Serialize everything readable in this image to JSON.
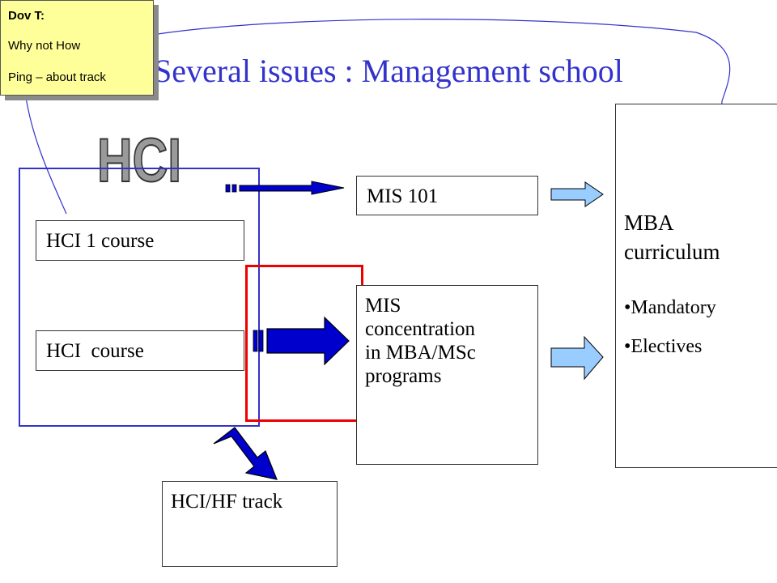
{
  "slide": {
    "title": "Several issues : Management school"
  },
  "note": {
    "author": "Dov T:",
    "line1": "Why not How",
    "line2": "Ping – about track"
  },
  "logo": {
    "text": "HCI"
  },
  "hci_group": {
    "course1_label": "HCI 1 course",
    "course2_label": "HCI  course"
  },
  "mis101": {
    "label": "MIS 101"
  },
  "mis_concentration": {
    "lines": [
      "MIS",
      "concentration",
      "in MBA/MSc",
      "programs"
    ]
  },
  "hci_hf_track": {
    "label": "HCI/HF track"
  },
  "mba": {
    "title_lines": [
      "MBA",
      "curriculum"
    ],
    "items": [
      "•Mandatory",
      "•Electives"
    ]
  },
  "colors": {
    "title": "#3333cc",
    "note_bg": "#ffff99",
    "group_border": "#3333cc",
    "highlight_border": "#ee0000",
    "arrow_blue": "#0000cc",
    "arrow_light": "#99ccff",
    "logo_fill": "#9a9a9a"
  }
}
